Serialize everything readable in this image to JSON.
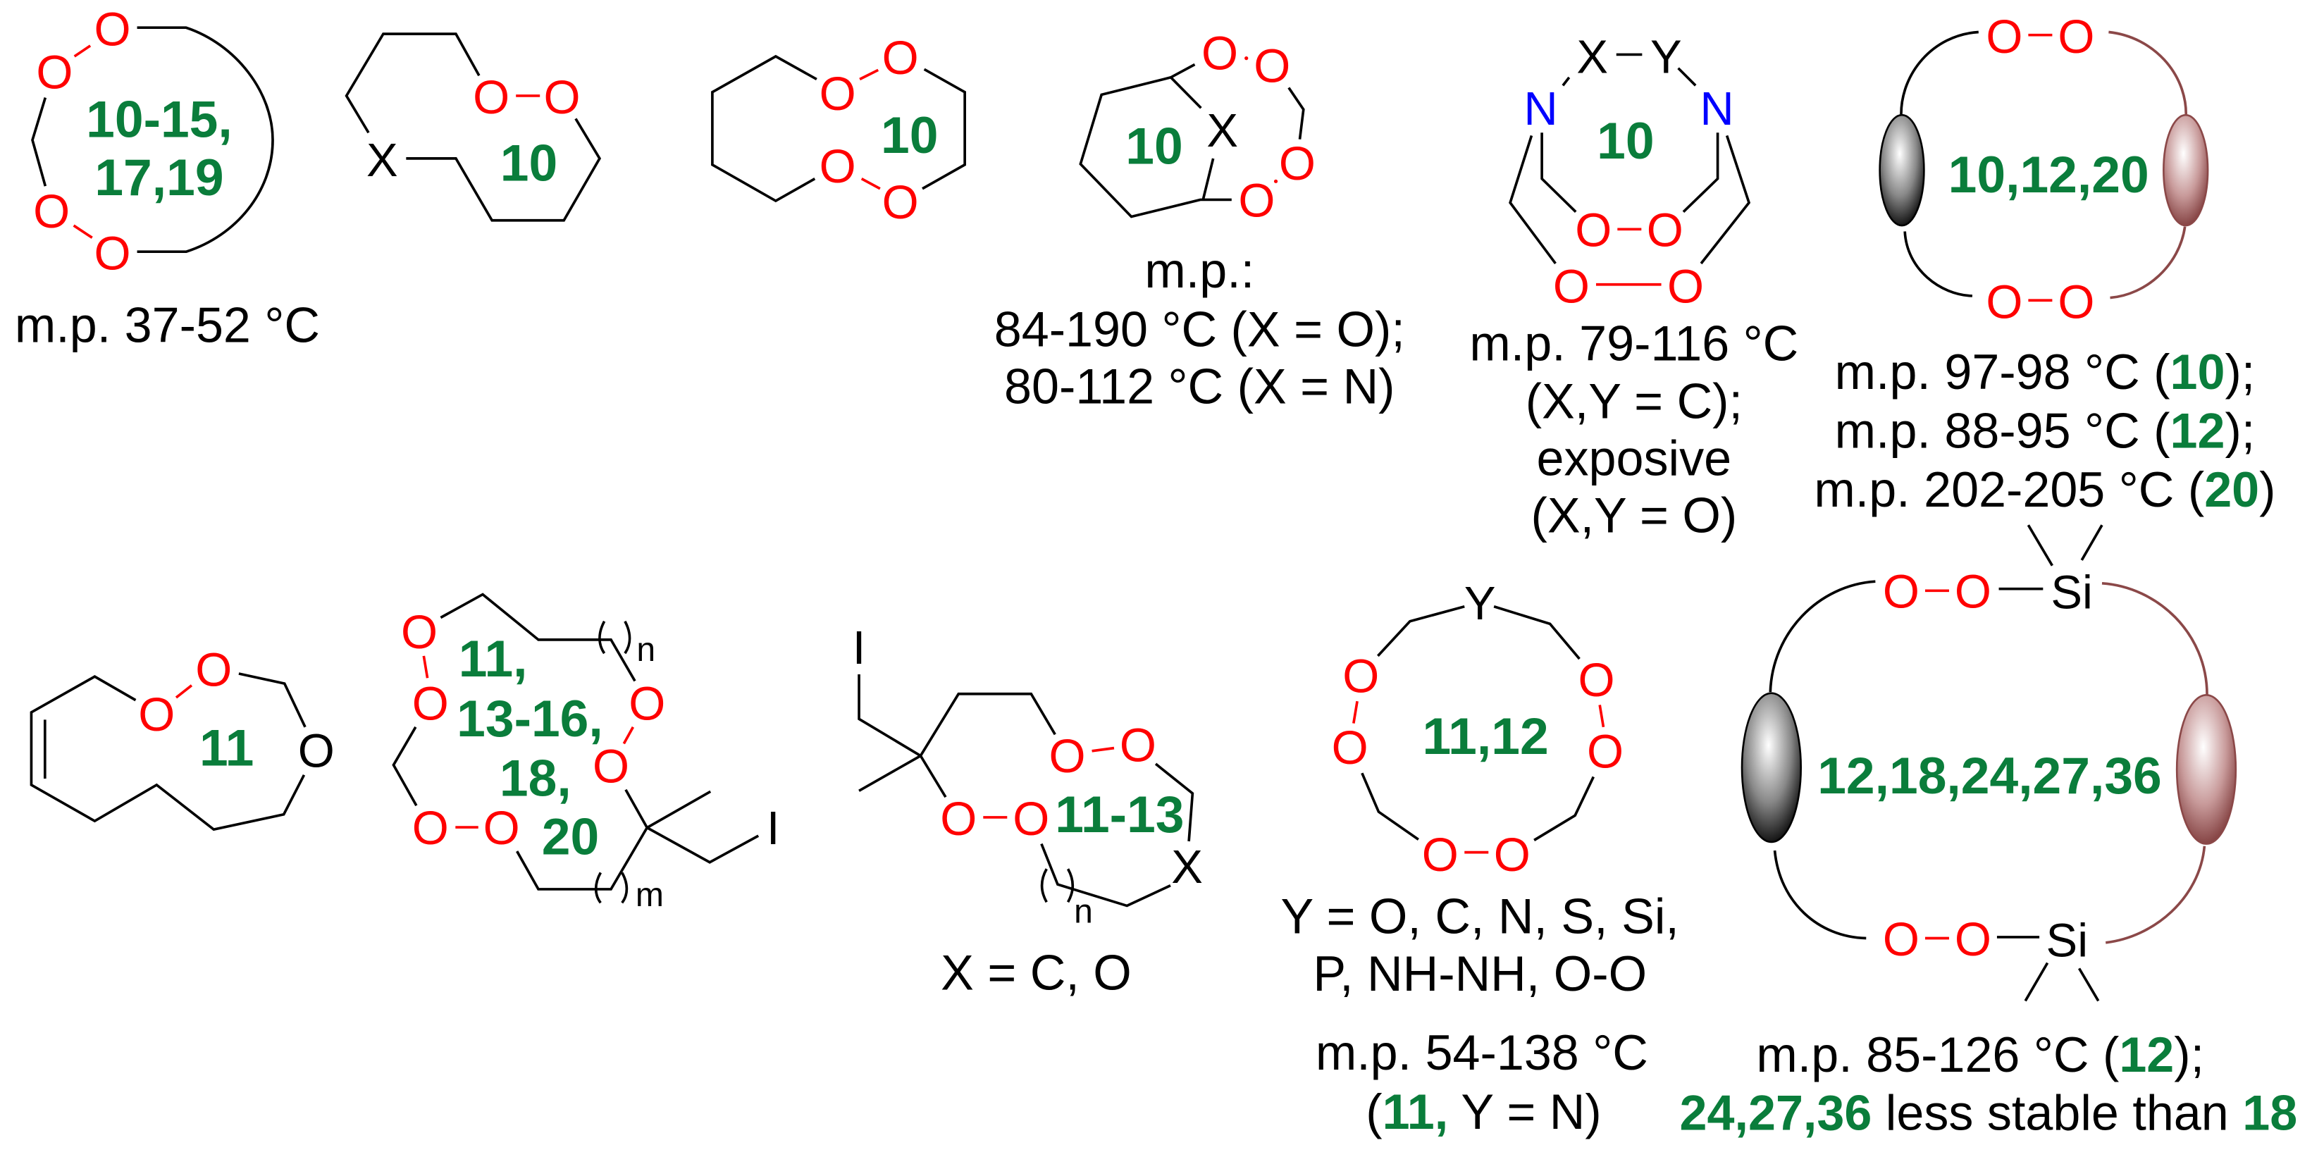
{
  "atoms": {
    "O": "O",
    "N": "N",
    "X": "X",
    "Y": "Y",
    "Si": "Si",
    "I": "I",
    "n": "n",
    "m": "m"
  },
  "colors": {
    "oxygen": "#ff0000",
    "nitrogen": "#0000ff",
    "compound_label": "#0a7d3b",
    "bond": "#000000",
    "second_fragment": "#8b4848"
  },
  "structures": [
    {
      "label_lines": [
        "10-15,",
        "17,19"
      ],
      "caption": [
        "m.p. 37-52 °C"
      ]
    },
    {
      "label_lines": [
        "10"
      ]
    },
    {
      "label_lines": [
        "10"
      ]
    },
    {
      "label_lines": [
        "10"
      ],
      "caption": [
        "m.p.:",
        "84-190 °C (X = O);",
        "80-112 °C (X = N)"
      ]
    },
    {
      "label_lines": [
        "10"
      ],
      "caption": [
        "m.p. 79-116 °C",
        "(X,Y = C);",
        "exposive",
        "(X,Y = O)"
      ]
    },
    {
      "label_lines": [
        "10,12,20"
      ],
      "caption": [
        [
          "m.p. 97-98 °C (",
          "10",
          ");"
        ],
        [
          "m.p. 88-95 °C (",
          "12",
          ");"
        ],
        [
          "m.p. 202-205 °C (",
          "20",
          ")"
        ]
      ]
    },
    {
      "label_lines": [
        "11"
      ]
    },
    {
      "label_lines": [
        "11,",
        "13-16,",
        "18,",
        "20"
      ]
    },
    {
      "label_lines": [
        "11-13"
      ],
      "caption": [
        "X = C, O"
      ]
    },
    {
      "label_lines": [
        "11,12"
      ],
      "caption": [
        "Y = O, C, N, S, Si,",
        "P, NH-NH, O-O",
        "m.p. 54-138 °C"
      ],
      "caption_mixed": [
        "(",
        "11,",
        " Y = N)"
      ]
    },
    {
      "label_lines": [
        "12,18,24,27,36"
      ],
      "caption": [
        [
          "m.p. 85-126 °C (",
          "12",
          ");"
        ],
        [
          "24,27,36",
          " less stable than ",
          "18"
        ]
      ]
    }
  ]
}
